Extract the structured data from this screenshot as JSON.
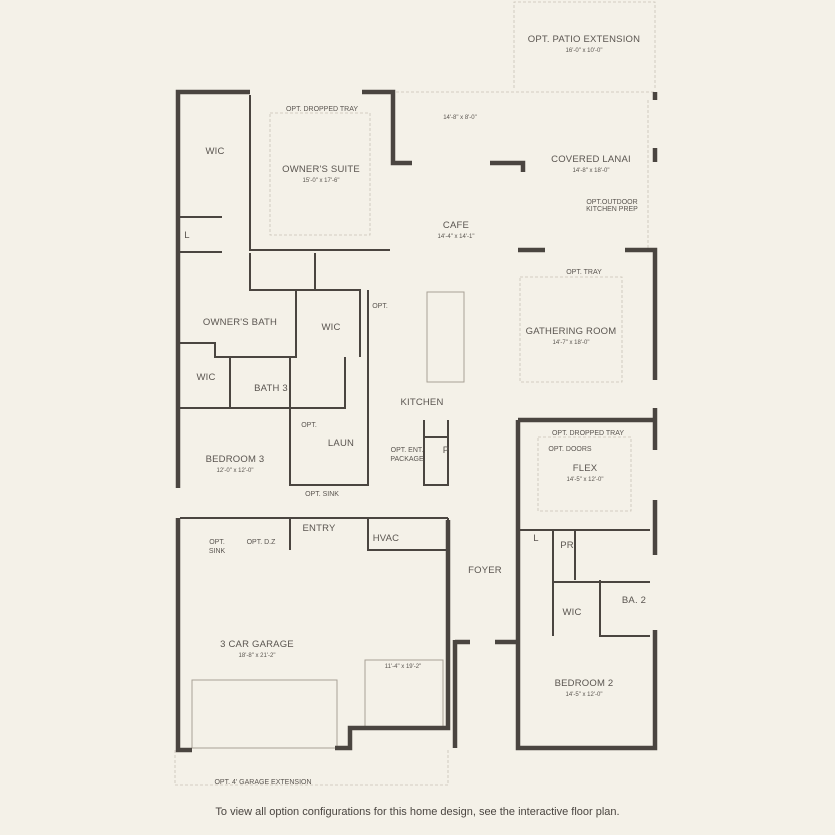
{
  "colors": {
    "background": "#f4f1e8",
    "wall": "#4a4540",
    "line": "#bdb6aa",
    "text": "#5a5550"
  },
  "rooms": {
    "patio": {
      "name": "OPT. PATIO EXTENSION",
      "dim": "16'-0\" x 10'-0\""
    },
    "lanai_ext": {
      "dim": "14'-8\" x 8'-0\""
    },
    "lanai": {
      "name": "COVERED LANAI",
      "dim": "14'-8\" x 18'-0\"",
      "note1": "OPT.OUTDOOR",
      "note2": "KITCHEN PREP"
    },
    "wic1": {
      "name": "WIC"
    },
    "owners_suite": {
      "name": "OWNER'S SUITE",
      "dim": "15'-0\" x 17'-6\"",
      "note": "OPT. DROPPED TRAY"
    },
    "cafe": {
      "name": "CAFE",
      "dim": "14'-4\" x 14'-1\""
    },
    "linen1": {
      "name": "L"
    },
    "gathering": {
      "name": "GATHERING ROOM",
      "dim": "14'-7\" x 18'-0\"",
      "note": "OPT. TRAY"
    },
    "owners_bath": {
      "name": "OWNER'S BATH"
    },
    "wic2": {
      "name": "WIC"
    },
    "opt_small": {
      "name": "OPT."
    },
    "wic3": {
      "name": "WIC"
    },
    "bath3": {
      "name": "BATH 3"
    },
    "kitchen": {
      "name": "KITCHEN"
    },
    "laun": {
      "name": "LAUN",
      "note": "OPT."
    },
    "ent_package": {
      "name1": "OPT. ENT.",
      "name2": "PACKAGE"
    },
    "pantry": {
      "name": "P"
    },
    "flex": {
      "name": "FLEX",
      "dim": "14'-5\" x 12'-0\"",
      "note1": "OPT. DROPPED TRAY",
      "note2": "OPT. DOORS"
    },
    "bedroom3": {
      "name": "BEDROOM 3",
      "dim": "12'-0\" x 12'-0\""
    },
    "opt_sink": {
      "name": "OPT. SINK"
    },
    "entry": {
      "name": "ENTRY"
    },
    "hvac": {
      "name": "HVAC"
    },
    "garage_sink": {
      "name1": "OPT.",
      "name2": "SINK"
    },
    "opt_dz": {
      "name": "OPT. D.Z"
    },
    "foyer": {
      "name": "FOYER"
    },
    "linen2": {
      "name": "L"
    },
    "pr": {
      "name": "PR"
    },
    "wic4": {
      "name": "WIC"
    },
    "ba2": {
      "name": "BA. 2"
    },
    "garage": {
      "name": "3 CAR GARAGE",
      "dim": "18'-8\" x 21'-2\"",
      "bay_dim": "11'-4\" x 19'-2\""
    },
    "bedroom2": {
      "name": "BEDROOM 2",
      "dim": "14'-5\" x 12'-0\""
    },
    "garage_ext": {
      "name": "OPT. 4' GARAGE EXTENSION"
    }
  },
  "caption": "To view all option configurations for this home design, see the interactive floor plan."
}
